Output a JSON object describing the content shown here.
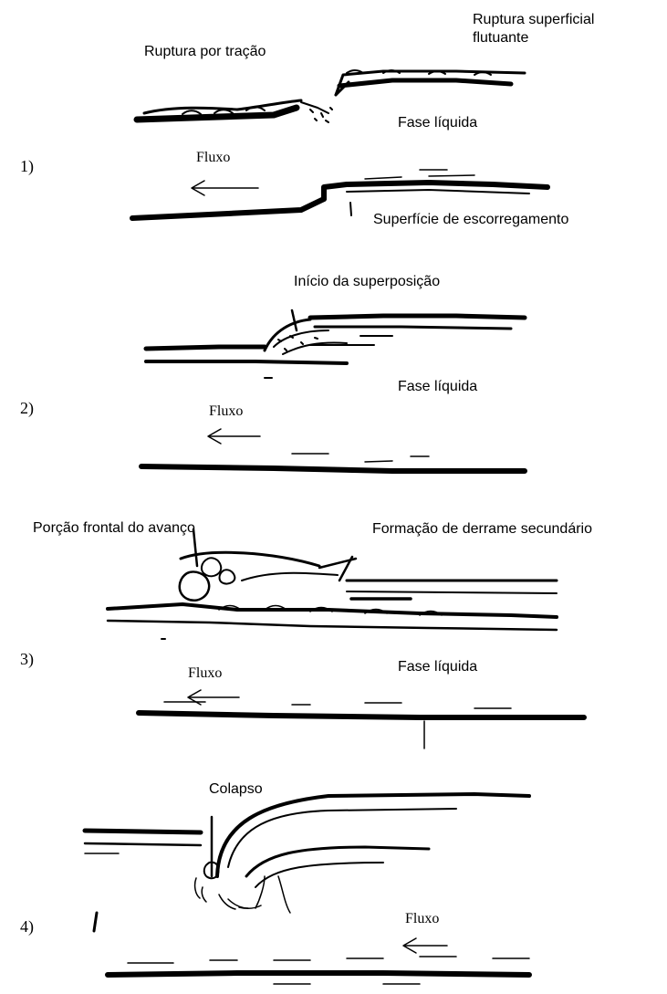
{
  "panels": [
    {
      "step": "1)",
      "labels": {
        "top_left": "Ruptura por tração",
        "top_right_line1": "Ruptura superficial",
        "top_right_line2": "flutuante",
        "right_mid": "Fase líquida",
        "bottom_right": "Superfície de escorregamento"
      },
      "flow_label": "Fluxo"
    },
    {
      "step": "2)",
      "labels": {
        "top": "Início da superposição",
        "right_mid": "Fase líquida"
      },
      "flow_label": "Fluxo"
    },
    {
      "step": "3)",
      "labels": {
        "top_left": "Porção frontal do avanço",
        "top_right": "Formação de derrame secundário",
        "right_mid": "Fase líquida"
      },
      "flow_label": "Fluxo"
    },
    {
      "step": "4)",
      "labels": {
        "top": "Colapso"
      },
      "flow_label": "Fluxo"
    }
  ],
  "colors": {
    "ink": "#000000",
    "background": "#ffffff"
  }
}
